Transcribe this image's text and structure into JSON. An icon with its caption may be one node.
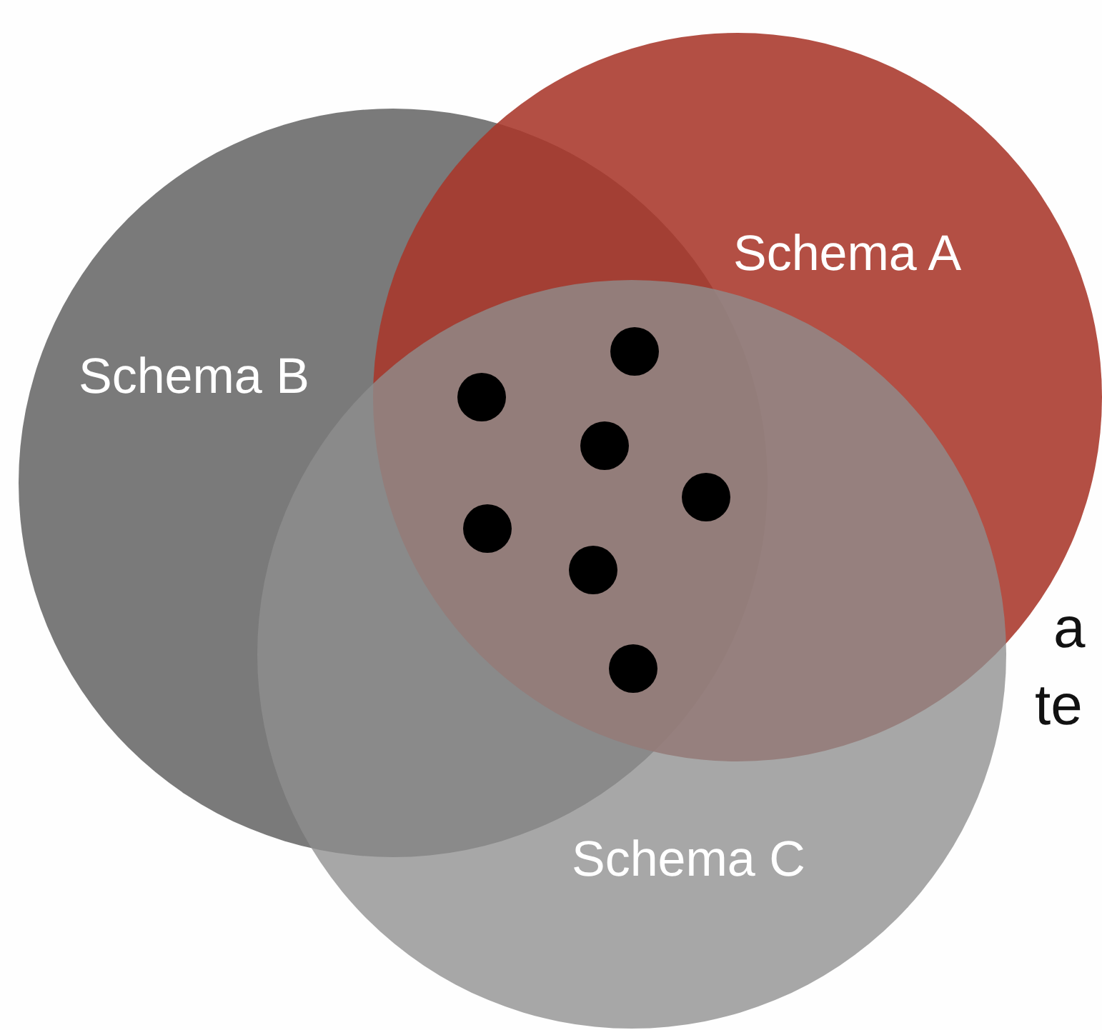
{
  "diagram": {
    "nodes": [
      {
        "text": [
          "Schema A"
        ]
      },
      {
        "text": [
          "Schema B"
        ]
      },
      {
        "text": [
          "Schema C"
        ]
      },
      {
        "text": [],
        "shape": "circle"
      },
      {
        "text": [],
        "shape": "circle"
      },
      {
        "text": [],
        "shape": "circle"
      },
      {
        "text": [],
        "shape": "circle"
      },
      {
        "text": [],
        "shape": "circle"
      },
      {
        "text": [],
        "shape": "circle"
      },
      {
        "text": [],
        "shape": "circle"
      }
    ],
    "labels": [
      "a",
      "te"
    ]
  }
}
